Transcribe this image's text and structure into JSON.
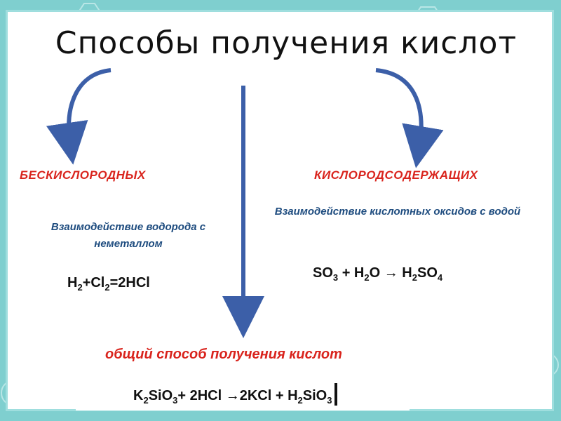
{
  "title": "Способы получения кислот",
  "left": {
    "heading": "БЕСКИСЛОРОДНЫХ",
    "description": "Взаимодействие водорода с неметаллом",
    "formula": {
      "p1": "H",
      "s1": "2",
      "p2": "+Cl",
      "s2": "2",
      "p3": "=2HCl"
    }
  },
  "right": {
    "heading": "КИСЛОРОДСОДЕРЖАЩИХ",
    "description": "Взаимодействие кислотных оксидов с водой",
    "formula": {
      "p1": "SO",
      "s1": "3",
      "p2": " + H",
      "s2": "2",
      "p3": "O → H",
      "s3": "2",
      "p4": "SO",
      "s4": "4"
    }
  },
  "common": {
    "heading": "общий способ получения кислот",
    "formula": {
      "p1": "K",
      "s1": "2",
      "p2": "SiO",
      "s2": "3",
      "p3": "+ 2HCl →2KCl + H",
      "s3": "2",
      "p4": "SiO",
      "s4": "3"
    }
  },
  "colors": {
    "accent_red": "#d9241d",
    "desc_blue": "#1e4c7f",
    "arrow_blue": "#3c5fa8",
    "frame_teal": "#7fcfcf"
  }
}
